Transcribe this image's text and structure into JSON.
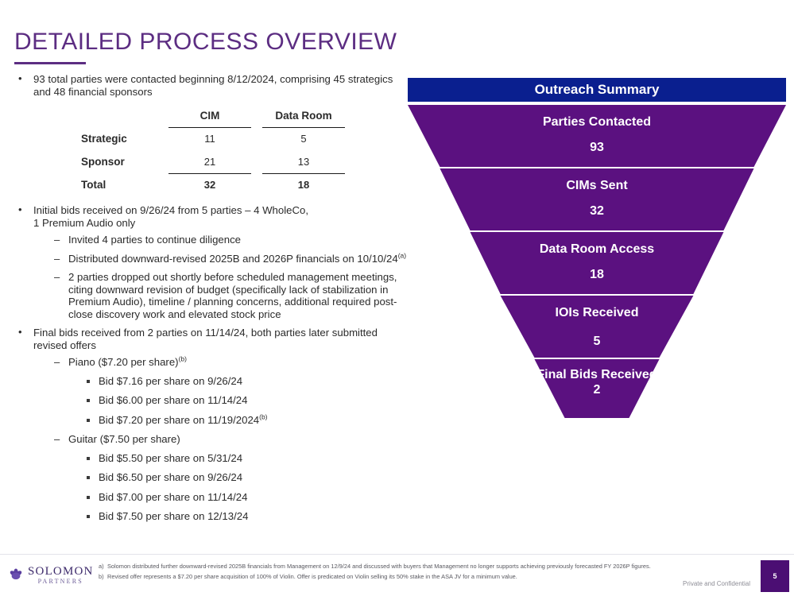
{
  "slide": {
    "title": "DETAILED PROCESS OVERVIEW",
    "accent_purple": "#5C2D82",
    "funnel_purple": "#5B1180",
    "header_navy": "#0A1F8F"
  },
  "content": {
    "b1": "93 total parties were contacted beginning 8/12/2024, comprising 45 strategics and 48 financial sponsors",
    "b2_line1": "Initial bids received on 9/26/24 from 5 parties – 4 WholeCo,",
    "b2_line2": "1 Premium Audio only",
    "b2_sub1": "Invited 4 parties to continue diligence",
    "b2_sub2_text": "Distributed downward-revised 2025B and 2026P financials on 10/10/24",
    "b2_sub2_sup": "(a)",
    "b2_sub3": "2 parties dropped out shortly before scheduled management meetings, citing downward revision of budget (specifically lack of stabilization in Premium Audio), timeline / planning concerns, additional required post-close discovery work and elevated stock price",
    "b3": "Final bids received from 2 parties on 11/14/24, both parties later submitted revised offers",
    "piano_label": "Piano ($7.20 per share)",
    "piano_sup": "(b)",
    "piano_bids": [
      {
        "text": "Bid $7.16 per share on 9/26/24",
        "sup": ""
      },
      {
        "text": "Bid $6.00 per share on 11/14/24",
        "sup": ""
      },
      {
        "text": "Bid $7.20 per share on 11/19/2024",
        "sup": "(b)"
      }
    ],
    "guitar_label": "Guitar ($7.50 per share)",
    "guitar_bids": [
      {
        "text": "Bid $5.50 per share on 5/31/24",
        "sup": ""
      },
      {
        "text": "Bid $6.50 per share on 9/26/24",
        "sup": ""
      },
      {
        "text": "Bid $7.00 per share on 11/14/24",
        "sup": ""
      },
      {
        "text": "Bid $7.50 per share on 12/13/24",
        "sup": ""
      }
    ]
  },
  "table": {
    "columns": [
      "",
      "CIM",
      "Data Room"
    ],
    "rows": [
      {
        "label": "Strategic",
        "cim": "11",
        "data_room": "5"
      },
      {
        "label": "Sponsor",
        "cim": "21",
        "data_room": "13"
      }
    ],
    "total": {
      "label": "Total",
      "cim": "32",
      "data_room": "18"
    }
  },
  "chart_data": {
    "type": "funnel",
    "title": "Outreach Summary",
    "categories": [
      "Parties Contacted",
      "CIMs Sent",
      "Data Room Access",
      "IOIs Received",
      "Final Bids Received"
    ],
    "values": [
      93,
      32,
      18,
      5,
      2
    ],
    "stages": [
      {
        "label": "Parties Contacted",
        "value": "93"
      },
      {
        "label": "CIMs Sent",
        "value": "32"
      },
      {
        "label": "Data Room Access",
        "value": "18"
      },
      {
        "label": "IOIs Received",
        "value": "5"
      },
      {
        "label": "Final Bids Received",
        "value": "2"
      }
    ],
    "color": "#5B1180",
    "header_color": "#0A1F8F",
    "legend": "none",
    "grid": false
  },
  "footer": {
    "logo_name": "SOLOMON",
    "logo_sub": "PARTNERS",
    "footnotes": [
      {
        "mark": "a)",
        "text": "Solomon distributed further downward-revised 2025B financials from Management on 12/9/24 and discussed with buyers that Management no longer supports achieving previously forecasted FY 2026P figures."
      },
      {
        "mark": "b)",
        "text": "Revised offer represents a $7.20 per share acquisition of 100% of Violin. Offer is predicated on Violin selling its 50% stake in the ASA JV for a minimum value."
      }
    ],
    "confidential": "Private and Confidential",
    "page_number": "5"
  }
}
